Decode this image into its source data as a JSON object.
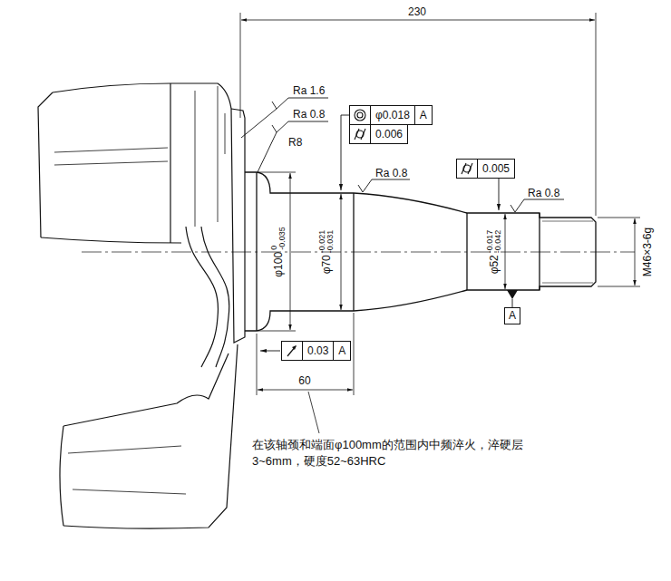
{
  "diagram": {
    "nodes": [
      {
        "text": [
          "φ0.018",
          "A"
        ]
      },
      {
        "text": [
          "0.006"
        ]
      },
      {
        "text": [
          "0.005"
        ]
      },
      {
        "text": [
          "0.03",
          "A"
        ]
      },
      {
        "text": [
          "A"
        ]
      }
    ],
    "labels": [
      "230",
      "Ra 1.6",
      "Ra 0.8",
      "R8",
      "Ra 0.8",
      "Ra 0.8",
      "φ100",
      "0",
      "-0.035",
      "φ70",
      "-0.021",
      "-0.031",
      "φ52",
      "-0.017",
      "-0.042",
      "M46×3-6g",
      "60",
      "在该轴颈和端面φ100mm的范围内中频淬火，淬硬层 3~6mm，硬度52~63HRC"
    ]
  }
}
